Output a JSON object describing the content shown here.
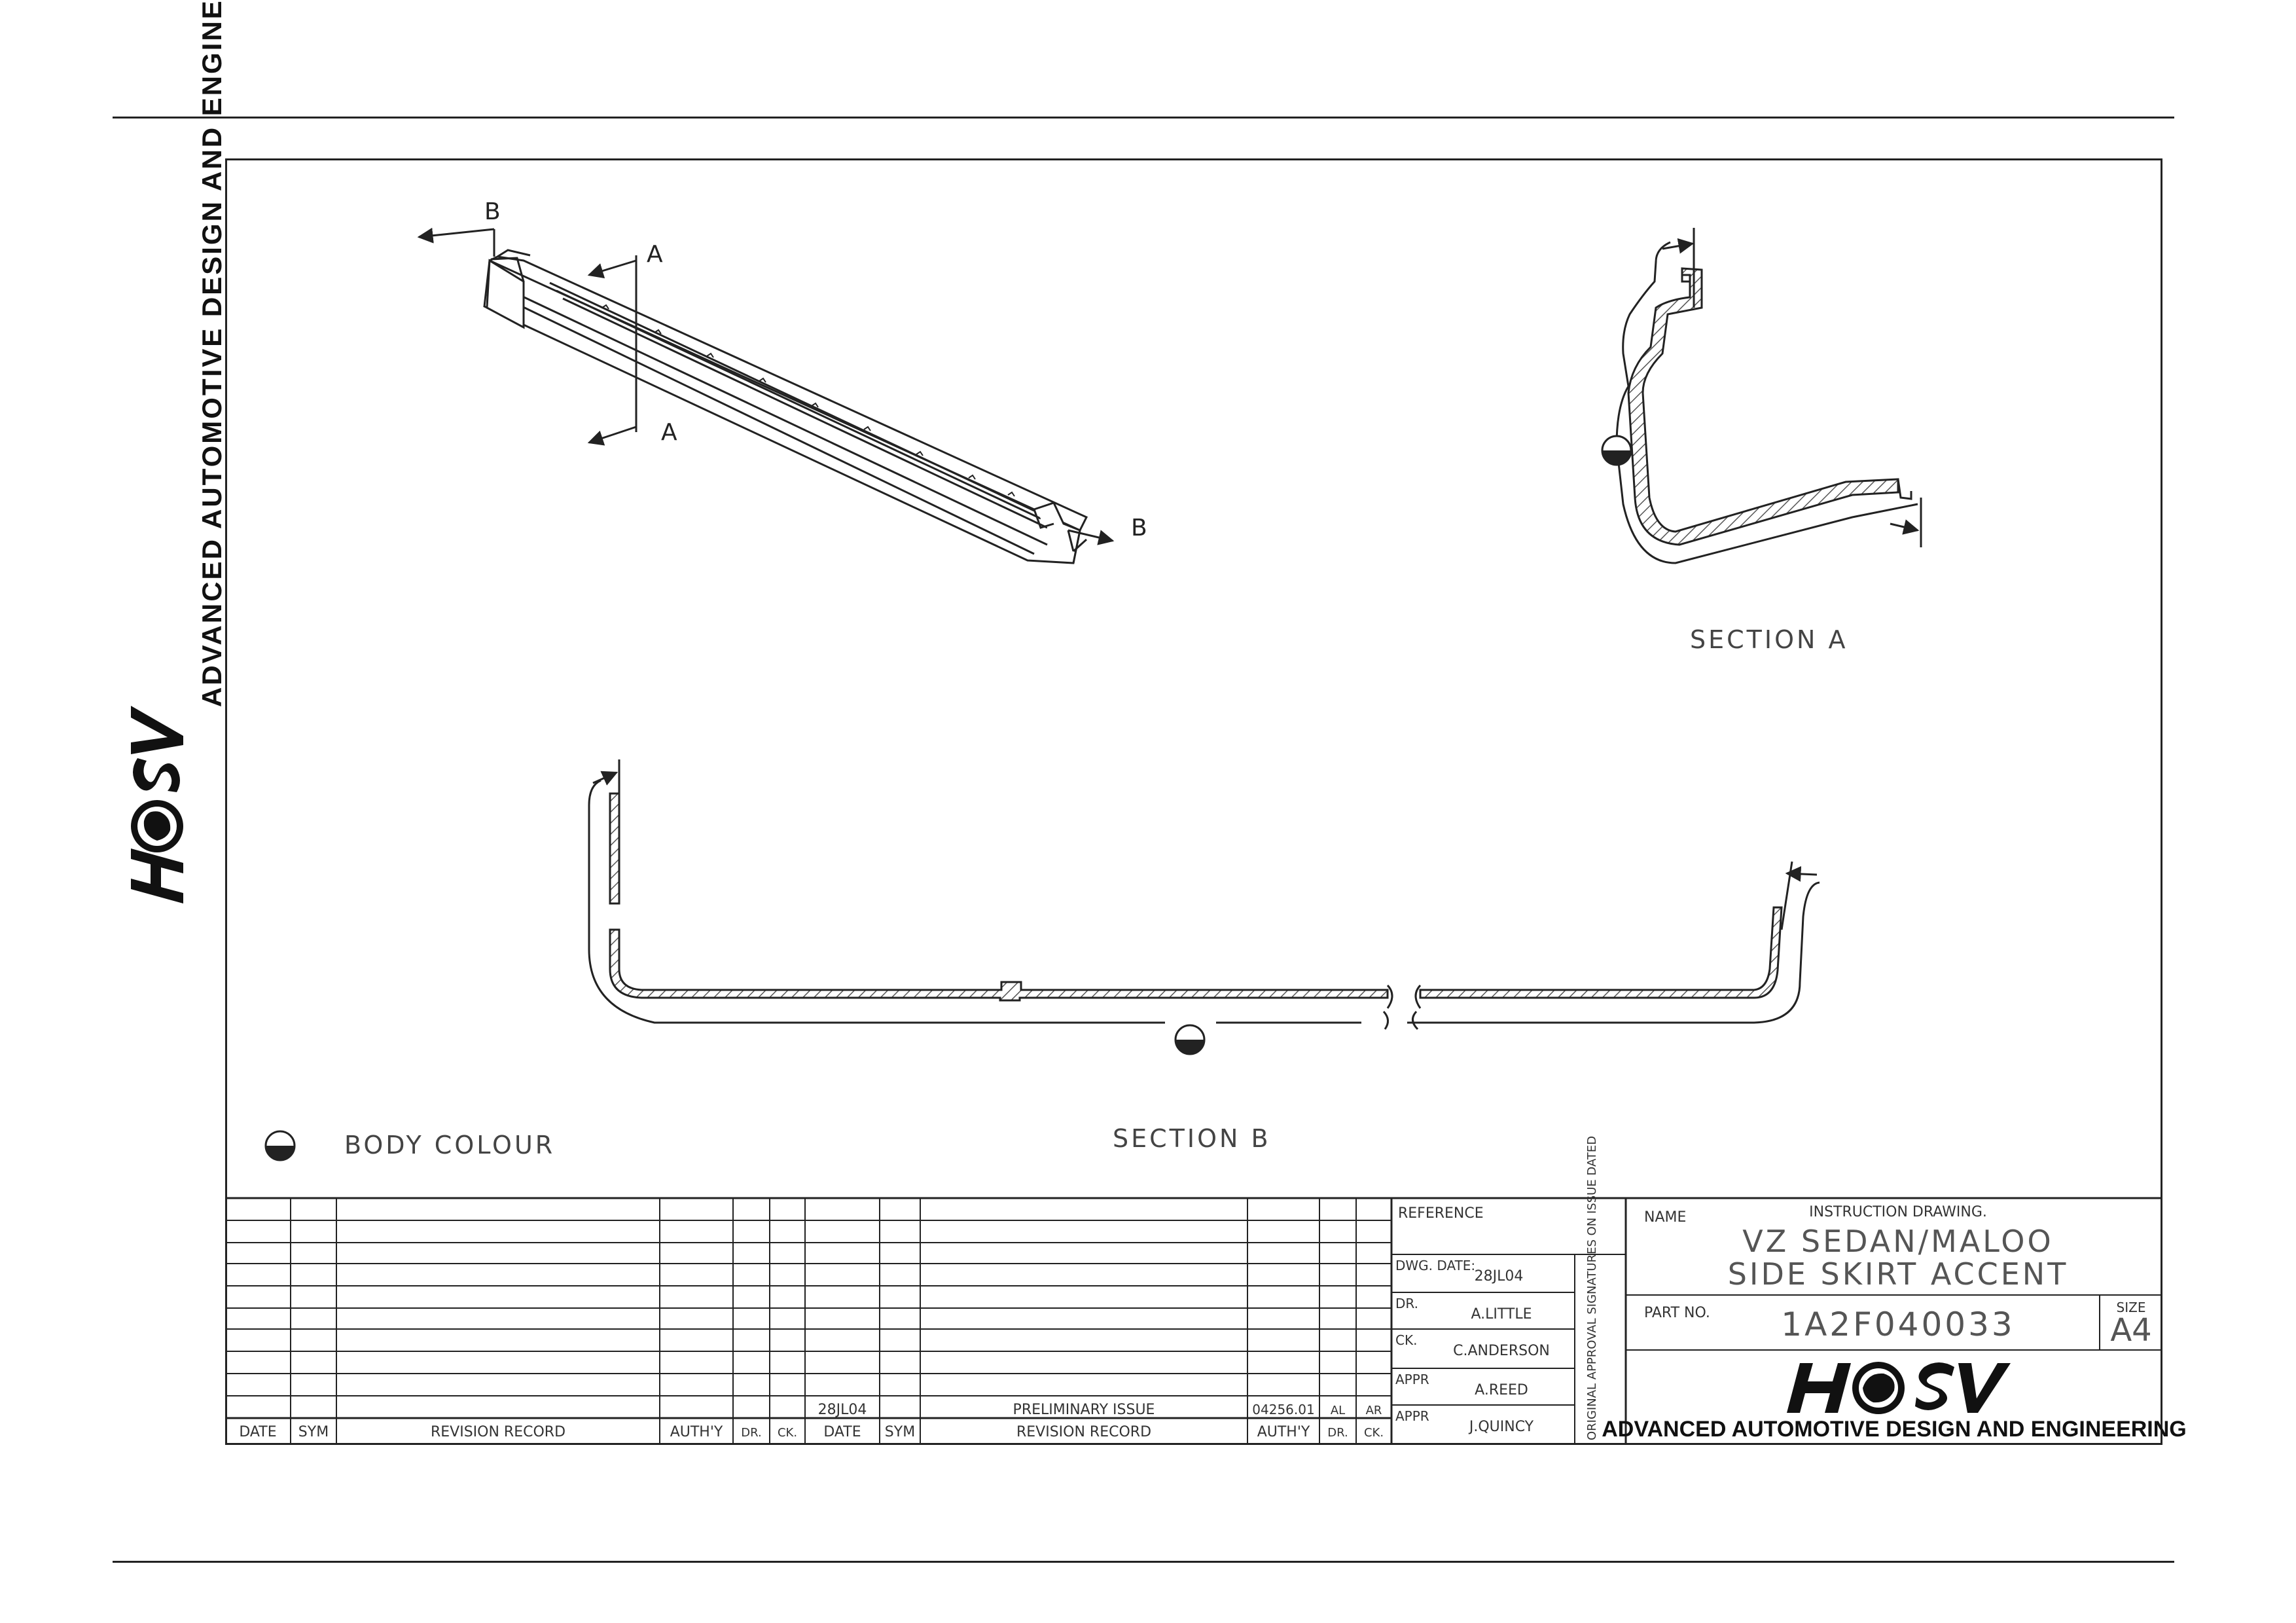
{
  "company": {
    "tagline": "ADVANCED AUTOMOTIVE DESIGN AND ENGINEERING",
    "logo_text": "HSV"
  },
  "views": {
    "iso_label_b": "B",
    "iso_label_a": "A",
    "section_a_title": "SECTION A",
    "section_b_title": "SECTION B",
    "legend_label": "BODY COLOUR"
  },
  "revision_table": {
    "headers": [
      "DATE",
      "SYM",
      "REVISION RECORD",
      "AUTH'Y",
      "DR.",
      "CK.",
      "DATE",
      "SYM",
      "REVISION RECORD",
      "AUTH'Y",
      "DR.",
      "CK."
    ],
    "entry": {
      "date": "28JL04",
      "record": "PRELIMINARY ISSUE",
      "auth": "04256.01",
      "dr": "AL",
      "ck": "AR"
    }
  },
  "approval": {
    "reference_label": "REFERENCE",
    "dwg_date_label": "DWG. DATE:",
    "dwg_date": "28JL04",
    "dr_label": "DR.",
    "dr_name": "A.LITTLE",
    "ck_label": "CK.",
    "ck_name": "C.ANDERSON",
    "appr_label": "APPR",
    "appr1_name": "A.REED",
    "appr2_name": "J.QUINCY",
    "vertical_note": "ORIGINAL APPROVAL SIGNATURES ON ISSUE DATED"
  },
  "title_block": {
    "name_label": "NAME",
    "instruction": "INSTRUCTION DRAWING.",
    "title_line1": "VZ SEDAN/MALOO",
    "title_line2": "SIDE SKIRT ACCENT",
    "part_no_label": "PART NO.",
    "part_no": "1A2F040033",
    "size_label": "SIZE",
    "size": "A4",
    "company_line": "ADVANCED AUTOMOTIVE DESIGN AND ENGINEERING"
  },
  "colors": {
    "ink": "#222222",
    "hatch": "#555555"
  }
}
